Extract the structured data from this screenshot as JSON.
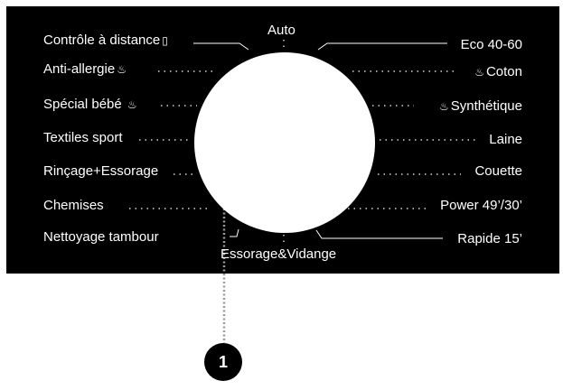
{
  "left_programs": [
    {
      "label": "Contrôle à distance",
      "icon": "remote-icon"
    },
    {
      "label": "Anti-allergie",
      "icon": "steam-icon"
    },
    {
      "label": "Spécial bébé",
      "icon": "steam-icon"
    },
    {
      "label": "Textiles sport",
      "icon": ""
    },
    {
      "label": "Rinçage+Essorage",
      "icon": ""
    },
    {
      "label": "Chemises",
      "icon": ""
    },
    {
      "label": "Nettoyage tambour",
      "icon": ""
    }
  ],
  "right_programs": [
    {
      "label": "Eco 40-60",
      "icon": ""
    },
    {
      "label": "Coton",
      "icon": "steam-icon"
    },
    {
      "label": "Synthétique",
      "icon": "steam-icon"
    },
    {
      "label": "Laine",
      "icon": ""
    },
    {
      "label": "Couette",
      "icon": ""
    },
    {
      "label": "Power 49’/30’",
      "icon": ""
    },
    {
      "label": "Rapide 15’",
      "icon": ""
    }
  ],
  "top_program": "Auto",
  "bottom_program": "Essorage&Vidange",
  "callout": {
    "number": "1"
  },
  "colors": {
    "panel": "#000000",
    "text": "#ffffff",
    "dial": "#ffffff",
    "leader": "#9a9a9a"
  }
}
